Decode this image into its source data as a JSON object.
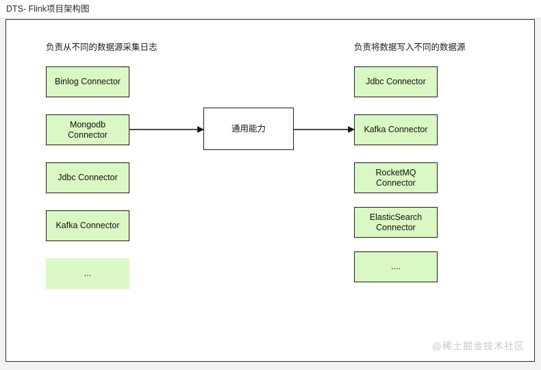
{
  "titlebar": {
    "title": "DTS- Flink项目架构图"
  },
  "diagram": {
    "left_heading": "负责从不同的数据源采集日志",
    "right_heading": "负责将数据写入不同的数据源",
    "source_nodes": [
      {
        "label": "Binlog Connector",
        "style": "green"
      },
      {
        "label": "Mongodb Connector",
        "style": "green"
      },
      {
        "label": "Jdbc Connector",
        "style": "green"
      },
      {
        "label": "Kafka Connector",
        "style": "green"
      },
      {
        "label": "...",
        "style": "green-noborder"
      }
    ],
    "center_node": {
      "label": "通用能力",
      "style": "white"
    },
    "sink_nodes": [
      {
        "label": "Jdbc Connector",
        "style": "green"
      },
      {
        "label": "Kafka Connector",
        "style": "green"
      },
      {
        "label": "RocketMQ Connector",
        "style": "green"
      },
      {
        "label": "ElasticSearch\nConnector",
        "style": "green"
      },
      {
        "label": "....",
        "style": "green"
      }
    ],
    "edges": [
      {
        "from": "Mongodb Connector",
        "to": "通用能力",
        "arrow": "right"
      },
      {
        "from": "通用能力",
        "to": "Kafka Connector",
        "arrow": "right"
      }
    ]
  },
  "watermark": {
    "text": "@稀土掘金技术社区"
  },
  "colors": {
    "node_fill": "#d9f8c4",
    "node_stroke": "#1c1c1c",
    "center_fill": "#ffffff",
    "canvas_bg": "#ffffff",
    "page_bg": "#f2f3f5",
    "watermark": "#c9c9c9"
  }
}
